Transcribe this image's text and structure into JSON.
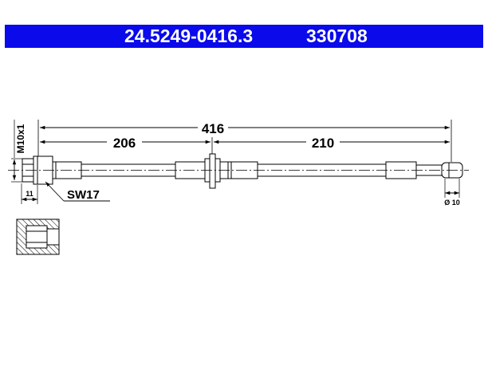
{
  "header": {
    "part_number": "24.5249-0416.3",
    "ref_number": "330708",
    "band_color": "#0a0aeb",
    "text_color": "#ffffff"
  },
  "dimensions": {
    "overall": "416",
    "left_segment": "206",
    "right_segment": "210",
    "thread": "M10x1",
    "thread_length": "11",
    "wrench_size": "SW17",
    "end_diameter": "Ø 10"
  }
}
